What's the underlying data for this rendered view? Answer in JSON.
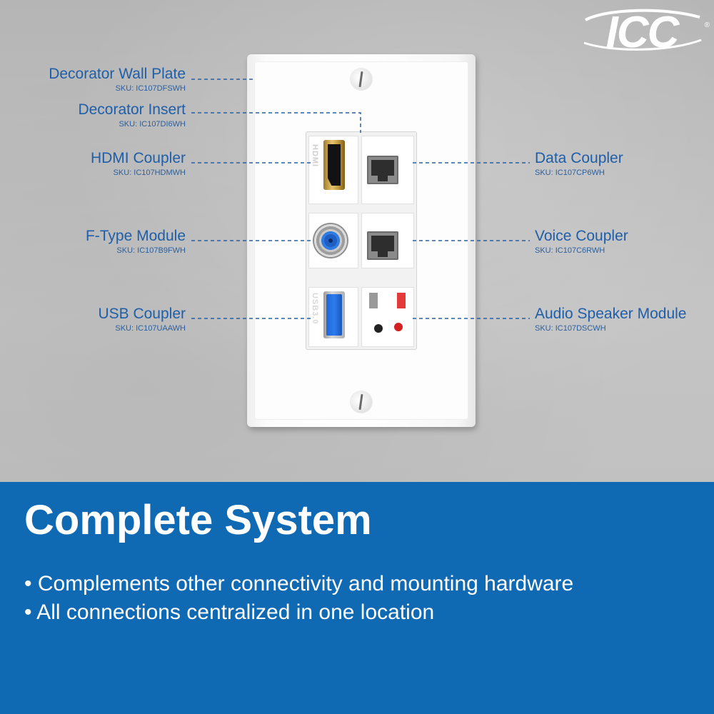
{
  "brand": {
    "logo_text": "ICC",
    "registered_mark": "®"
  },
  "callouts": {
    "decorator_wall_plate": {
      "label": "Decorator Wall Plate",
      "sku": "SKU: IC107DFSWH"
    },
    "decorator_insert": {
      "label": "Decorator Insert",
      "sku": "SKU: IC107DI6WH"
    },
    "hdmi_coupler": {
      "label": "HDMI Coupler",
      "sku": "SKU: IC107HDMWH"
    },
    "f_type_module": {
      "label": "F-Type Module",
      "sku": "SKU: IC107B9FWH"
    },
    "usb_coupler": {
      "label": "USB Coupler",
      "sku": "SKU: IC107UAAWH"
    },
    "data_coupler": {
      "label": "Data Coupler",
      "sku": "SKU: IC107CP6WH"
    },
    "voice_coupler": {
      "label": "Voice Coupler",
      "sku": "SKU: IC107C6RWH"
    },
    "audio_speaker_module": {
      "label": "Audio Speaker Module",
      "sku": "SKU: IC107DSCWH"
    }
  },
  "port_markings": {
    "hdmi": "HDMI",
    "usb": "USB3.0"
  },
  "banner": {
    "headline": "Complete System",
    "bullets": [
      "• Complements other connectivity and mounting hardware",
      "• All connections centralized in one location"
    ]
  },
  "colors": {
    "banner_blue": "#1069b3",
    "callout_blue": "#1f5ea8",
    "wall_gray": "#bdbdbd"
  }
}
